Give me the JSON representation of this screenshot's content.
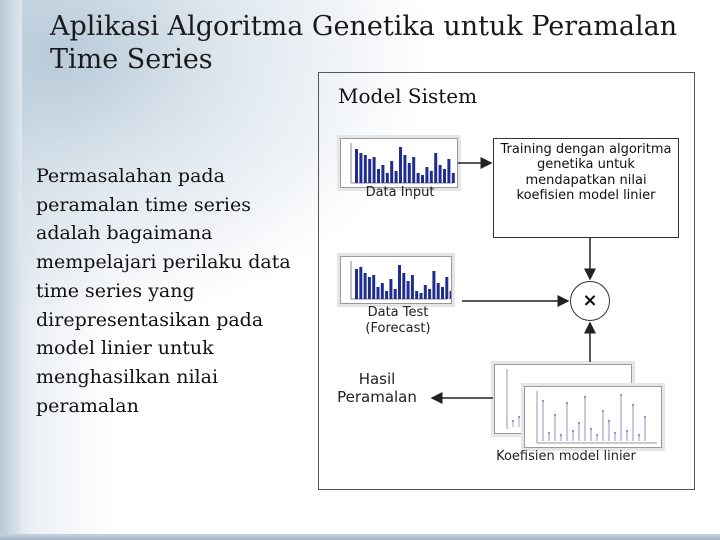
{
  "slide": {
    "title": "Aplikasi Algoritma Genetika untuk Peramalan Time Series",
    "body": "Permasalahan pada peramalan time series adalah bagaimana mempelajari perilaku data time series yang direpresentasikan pada model linier untuk menghasilkan nilai peramalan"
  },
  "diagram": {
    "title": "Model Sistem",
    "data_input_label": "Data Input",
    "data_test_label_line1": "Data Test",
    "data_test_label_line2": "(Forecast)",
    "training_text": "Training dengan algoritma genetika untuk mendapatkan nilai koefisien model linier",
    "operator_symbol": "×",
    "hasil_label_line1": "Hasil",
    "hasil_label_line2": "Peramalan",
    "koefisien_label": "Koefisien model linier"
  },
  "colors": {
    "bar_fill": "#1f2d8f",
    "border": "#333333"
  }
}
